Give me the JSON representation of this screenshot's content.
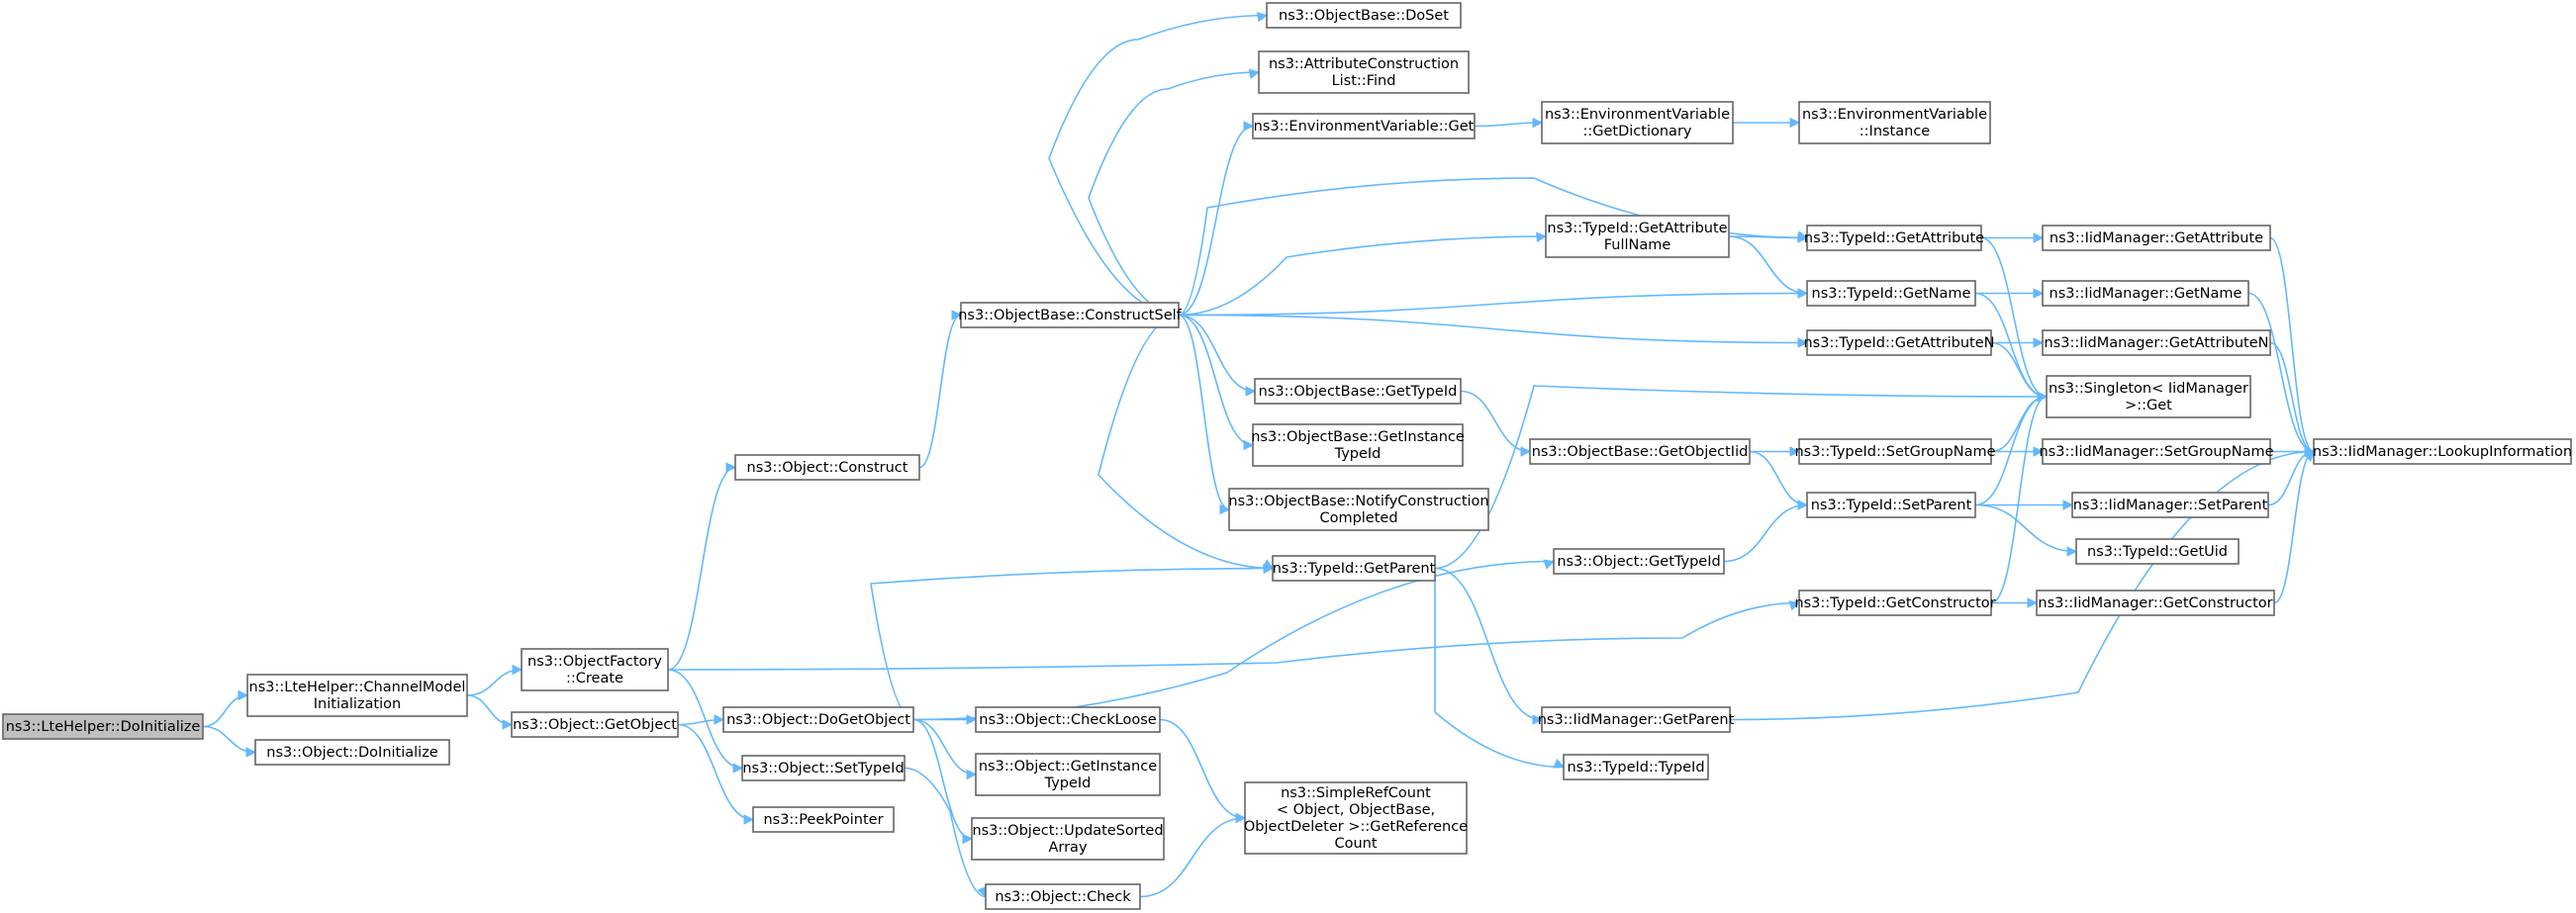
{
  "graph": {
    "colors": {
      "edge": "#63b8ff",
      "node_border": "#666666",
      "root_fill": "#bfbfbf",
      "node_fill": "#ffffff"
    },
    "nodes": {
      "doinit_lte": [
        "ns3::LteHelper::DoInitialize"
      ],
      "chanmodel": [
        "ns3::LteHelper::ChannelModel",
        "Initialization"
      ],
      "obj_doinit": [
        "ns3::Object::DoInitialize"
      ],
      "factory": [
        "ns3::ObjectFactory",
        "::Create"
      ],
      "getobject": [
        "ns3::Object::GetObject"
      ],
      "construct": [
        "ns3::Object::Construct"
      ],
      "constructself": [
        "ns3::ObjectBase::ConstructSelf"
      ],
      "doset": [
        "ns3::ObjectBase::DoSet"
      ],
      "attrfind": [
        "ns3::AttributeConstruction",
        "List::Find"
      ],
      "envget": [
        "ns3::EnvironmentVariable::Get"
      ],
      "envdict": [
        "ns3::EnvironmentVariable",
        "::GetDictionary"
      ],
      "envinst": [
        "ns3::EnvironmentVariable",
        "::Instance"
      ],
      "getattrfull": [
        "ns3::TypeId::GetAttribute",
        "FullName"
      ],
      "tid_getattr": [
        "ns3::TypeId::GetAttribute"
      ],
      "iid_getattr": [
        "ns3::IidManager::GetAttribute"
      ],
      "tid_getname": [
        "ns3::TypeId::GetName"
      ],
      "iid_getname": [
        "ns3::IidManager::GetName"
      ],
      "tid_getattrn": [
        "ns3::TypeId::GetAttributeN"
      ],
      "iid_getattrn": [
        "ns3::IidManager::GetAttributeN"
      ],
      "singleton": [
        "ns3::Singleton< IidManager",
        ">::Get"
      ],
      "ob_gettypeid": [
        "ns3::ObjectBase::GetTypeId"
      ],
      "ob_getinst": [
        "ns3::ObjectBase::GetInstance",
        "TypeId"
      ],
      "ob_notify": [
        "ns3::ObjectBase::NotifyConstruction",
        "Completed"
      ],
      "ob_getobjiid": [
        "ns3::ObjectBase::GetObjectIid"
      ],
      "tid_setgroup": [
        "ns3::TypeId::SetGroupName"
      ],
      "iid_setgroup": [
        "ns3::IidManager::SetGroupName"
      ],
      "iid_lookup": [
        "ns3::IidManager::LookupInformation"
      ],
      "tid_setparent": [
        "ns3::TypeId::SetParent"
      ],
      "iid_setparent": [
        "ns3::IidManager::SetParent"
      ],
      "tid_getuid": [
        "ns3::TypeId::GetUid"
      ],
      "tid_getparent": [
        "ns3::TypeId::GetParent"
      ],
      "obj_gettypeid": [
        "ns3::Object::GetTypeId"
      ],
      "tid_getctor": [
        "ns3::TypeId::GetConstructor"
      ],
      "iid_getctor": [
        "ns3::IidManager::GetConstructor"
      ],
      "dogetobject": [
        "ns3::Object::DoGetObject"
      ],
      "checkloose": [
        "ns3::Object::CheckLoose"
      ],
      "obj_getinst": [
        "ns3::Object::GetInstance",
        "TypeId"
      ],
      "updatesorted": [
        "ns3::Object::UpdateSorted",
        "Array"
      ],
      "check": [
        "ns3::Object::Check"
      ],
      "simplerefcount": [
        "ns3::SimpleRefCount",
        "< Object, ObjectBase,",
        "ObjectDeleter >::GetReference",
        "Count"
      ],
      "settypeid": [
        "ns3::Object::SetTypeId"
      ],
      "peekpointer": [
        "ns3::PeekPointer"
      ],
      "iid_getparent": [
        "ns3::IidManager::GetParent"
      ],
      "tid_typeid": [
        "ns3::TypeId::TypeId"
      ]
    }
  }
}
